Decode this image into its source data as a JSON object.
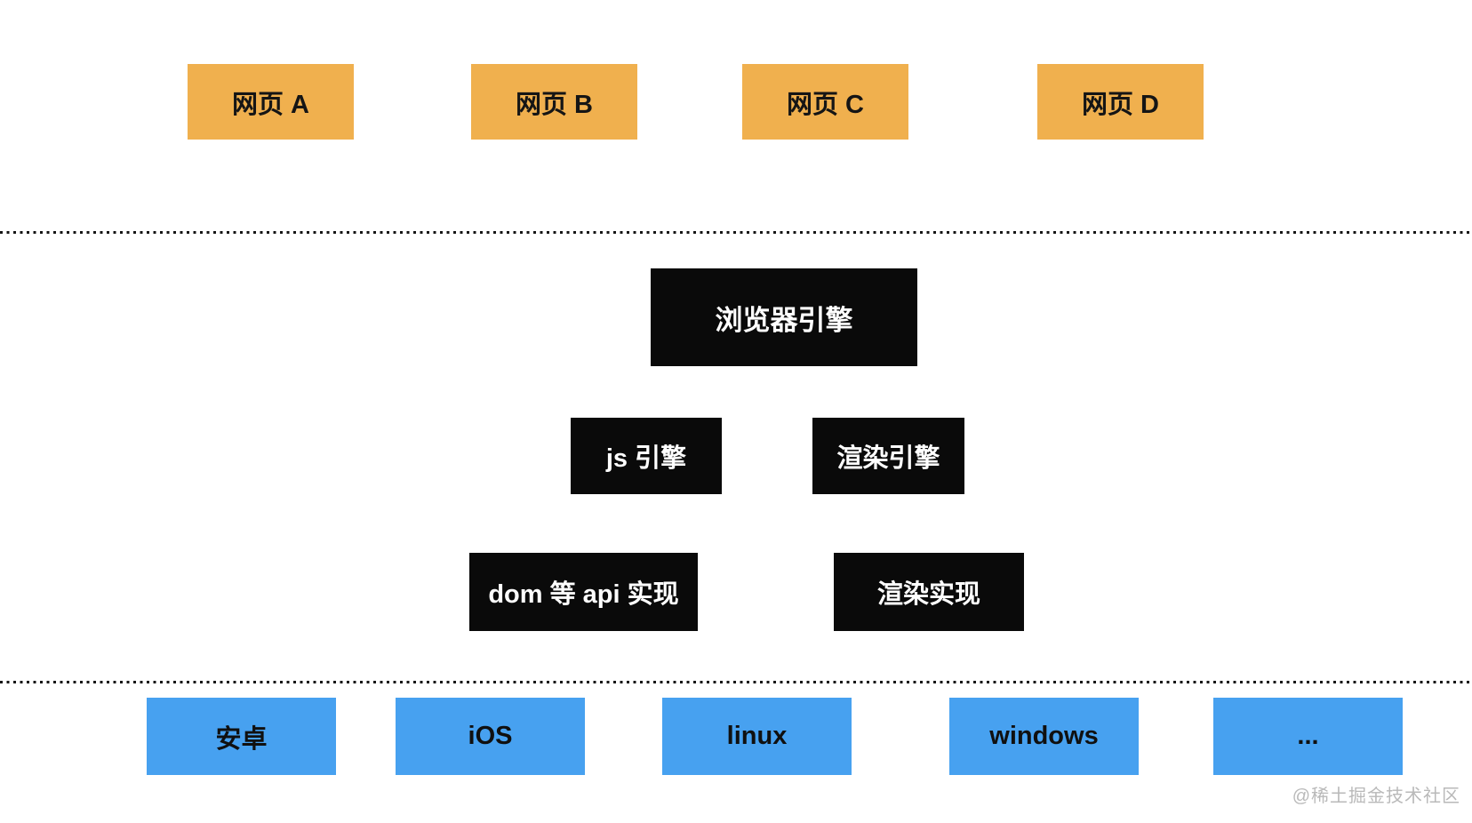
{
  "diagram": {
    "title_implied": "browser architecture layers",
    "top_row": [
      {
        "label": "网页 A"
      },
      {
        "label": "网页 B"
      },
      {
        "label": "网页 C"
      },
      {
        "label": "网页 D"
      }
    ],
    "browser_engine": {
      "label": "浏览器引擎"
    },
    "engine_row": [
      {
        "label": "js 引擎"
      },
      {
        "label": "渲染引擎"
      }
    ],
    "impl_row": [
      {
        "label": "dom 等 api 实现"
      },
      {
        "label": "渲染实现"
      }
    ],
    "os_row": [
      {
        "label": "安卓"
      },
      {
        "label": "iOS"
      },
      {
        "label": "linux"
      },
      {
        "label": "windows"
      },
      {
        "label": "..."
      }
    ],
    "watermark": "@稀土掘金技术社区"
  },
  "colors": {
    "webpage_box": "#F0B04E",
    "engine_box": "#0a0a0a",
    "os_box": "#47A1F0",
    "engine_text": "#ffffff",
    "box_text": "#151515",
    "separator_dots": "#161616",
    "watermark_text": "#b9b9b9",
    "background": "#ffffff"
  }
}
